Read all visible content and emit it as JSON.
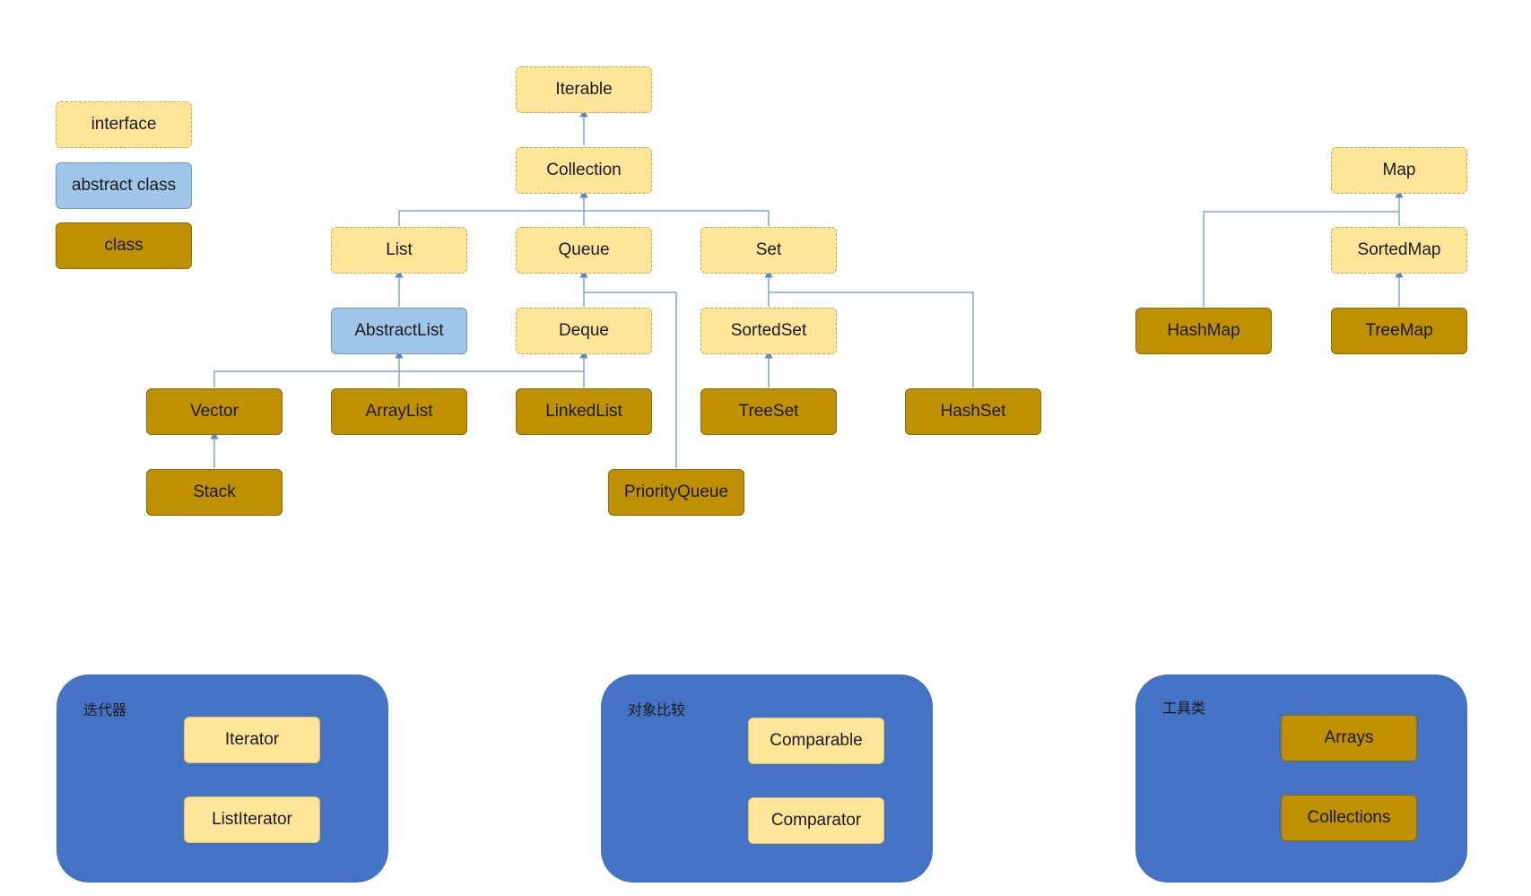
{
  "legend": {
    "interface": "interface",
    "abstract_class": "abstract class",
    "class": "class"
  },
  "nodes": {
    "iterable": "Iterable",
    "collection": "Collection",
    "list": "List",
    "queue": "Queue",
    "set": "Set",
    "abstract_list": "AbstractList",
    "deque": "Deque",
    "sorted_set": "SortedSet",
    "vector": "Vector",
    "array_list": "ArrayList",
    "linked_list": "LinkedList",
    "tree_set": "TreeSet",
    "hash_set": "HashSet",
    "stack": "Stack",
    "priority_queue": "PriorityQueue",
    "map": "Map",
    "sorted_map": "SortedMap",
    "hash_map": "HashMap",
    "tree_map": "TreeMap"
  },
  "groups": {
    "iterators": {
      "label": "迭代器",
      "items": [
        "Iterator",
        "ListIterator"
      ]
    },
    "comparison": {
      "label": "对象比较",
      "items": [
        "Comparable",
        "Comparator"
      ]
    },
    "utilities": {
      "label": "工具类",
      "items": [
        "Arrays",
        "Collections"
      ]
    }
  },
  "colors": {
    "interface": "#ffe599",
    "abstract_class": "#9fc5e8",
    "class": "#bf9000",
    "group_bg": "#4472c4",
    "connector": "#7ea6d6"
  }
}
